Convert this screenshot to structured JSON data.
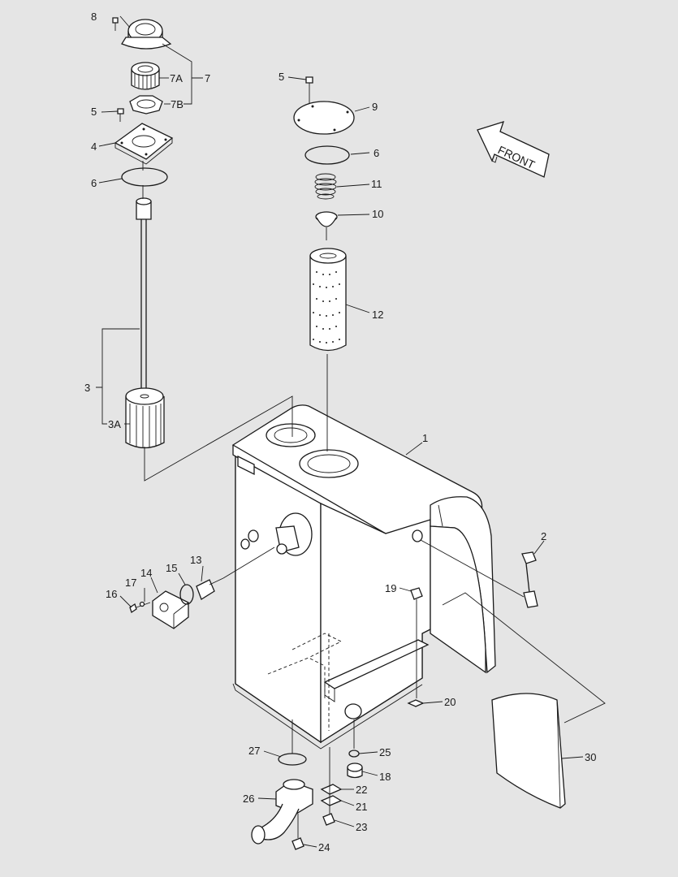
{
  "front_label": "FRONT",
  "callouts": [
    "8",
    "7A",
    "7",
    "7B",
    "5",
    "4",
    "6",
    "5",
    "9",
    "6",
    "11",
    "10",
    "12",
    "3",
    "3A",
    "1",
    "2",
    "13",
    "14",
    "15",
    "17",
    "16",
    "19",
    "20",
    "25",
    "18",
    "22",
    "21",
    "23",
    "27",
    "26",
    "24",
    "30"
  ]
}
